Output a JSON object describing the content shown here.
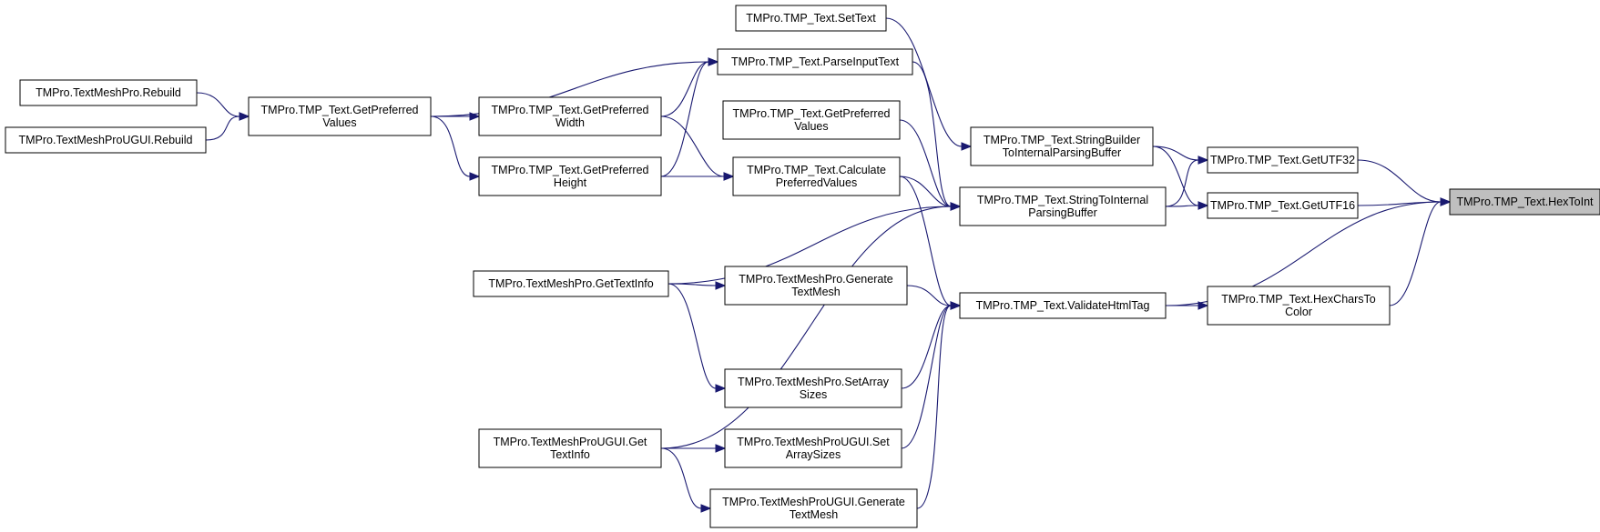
{
  "graph": {
    "edge_color": "#191970",
    "highlight_fill": "#bfbfbf",
    "nodes": [
      {
        "id": "hextoint",
        "lines": [
          "TMPro.TMP_Text.HexToInt"
        ],
        "highlight": true
      },
      {
        "id": "getutf32",
        "lines": [
          "TMPro.TMP_Text.GetUTF32"
        ]
      },
      {
        "id": "getutf16",
        "lines": [
          "TMPro.TMP_Text.GetUTF16"
        ]
      },
      {
        "id": "hexcharstocolor",
        "lines": [
          "TMPro.TMP_Text.HexCharsTo",
          "Color"
        ]
      },
      {
        "id": "validatehtmltag",
        "lines": [
          "TMPro.TMP_Text.ValidateHtmlTag"
        ]
      },
      {
        "id": "sb_tipb",
        "lines": [
          "TMPro.TMP_Text.StringBuilder",
          "ToInternalParsingBuffer"
        ]
      },
      {
        "id": "s_tipb",
        "lines": [
          "TMPro.TMP_Text.StringToInternal",
          "ParsingBuffer"
        ]
      },
      {
        "id": "settext",
        "lines": [
          "TMPro.TMP_Text.SetText"
        ]
      },
      {
        "id": "parseinputtext",
        "lines": [
          "TMPro.TMP_Text.ParseInputText"
        ]
      },
      {
        "id": "getprefvalues_r",
        "lines": [
          "TMPro.TMP_Text.GetPreferred",
          "Values"
        ]
      },
      {
        "id": "calcprefvalues",
        "lines": [
          "TMPro.TMP_Text.Calculate",
          "PreferredValues"
        ]
      },
      {
        "id": "tmp_gentextmesh",
        "lines": [
          "TMPro.TextMeshPro.Generate",
          "TextMesh"
        ]
      },
      {
        "id": "tmp_setarraysizes",
        "lines": [
          "TMPro.TextMeshPro.SetArray",
          "Sizes"
        ]
      },
      {
        "id": "ugui_setarraysizes",
        "lines": [
          "TMPro.TextMeshProUGUI.Set",
          "ArraySizes"
        ]
      },
      {
        "id": "ugui_gentextmesh",
        "lines": [
          "TMPro.TextMeshProUGUI.Generate",
          "TextMesh"
        ]
      },
      {
        "id": "getprefwidth",
        "lines": [
          "TMPro.TMP_Text.GetPreferred",
          "Width"
        ]
      },
      {
        "id": "getprefheight",
        "lines": [
          "TMPro.TMP_Text.GetPreferred",
          "Height"
        ]
      },
      {
        "id": "tmp_gettextinfo",
        "lines": [
          "TMPro.TextMeshPro.GetTextInfo"
        ]
      },
      {
        "id": "ugui_gettextinfo",
        "lines": [
          "TMPro.TextMeshProUGUI.Get",
          "TextInfo"
        ]
      },
      {
        "id": "getprefvalues_l",
        "lines": [
          "TMPro.TMP_Text.GetPreferred",
          "Values"
        ]
      },
      {
        "id": "tmp_rebuild",
        "lines": [
          "TMPro.TextMeshPro.Rebuild"
        ]
      },
      {
        "id": "ugui_rebuild",
        "lines": [
          "TMPro.TextMeshProUGUI.Rebuild"
        ]
      }
    ],
    "edges": [
      {
        "from": "getutf32",
        "to": "hextoint"
      },
      {
        "from": "getutf16",
        "to": "hextoint"
      },
      {
        "from": "validatehtmltag",
        "to": "hextoint"
      },
      {
        "from": "hexcharstocolor",
        "to": "hextoint"
      },
      {
        "from": "sb_tipb",
        "to": "getutf32"
      },
      {
        "from": "s_tipb",
        "to": "getutf32"
      },
      {
        "from": "sb_tipb",
        "to": "getutf16"
      },
      {
        "from": "s_tipb",
        "to": "getutf16"
      },
      {
        "from": "validatehtmltag",
        "to": "hexcharstocolor"
      },
      {
        "from": "settext",
        "to": "sb_tipb"
      },
      {
        "from": "parseinputtext",
        "to": "s_tipb"
      },
      {
        "from": "getprefvalues_r",
        "to": "s_tipb"
      },
      {
        "from": "calcprefvalues",
        "to": "s_tipb"
      },
      {
        "from": "tmp_gettextinfo",
        "to": "s_tipb"
      },
      {
        "from": "ugui_gettextinfo",
        "to": "s_tipb"
      },
      {
        "from": "calcprefvalues",
        "to": "validatehtmltag"
      },
      {
        "from": "tmp_gentextmesh",
        "to": "validatehtmltag"
      },
      {
        "from": "tmp_setarraysizes",
        "to": "validatehtmltag"
      },
      {
        "from": "ugui_setarraysizes",
        "to": "validatehtmltag"
      },
      {
        "from": "ugui_gentextmesh",
        "to": "validatehtmltag"
      },
      {
        "from": "getprefvalues_l",
        "to": "parseinputtext"
      },
      {
        "from": "getprefwidth",
        "to": "parseinputtext"
      },
      {
        "from": "getprefheight",
        "to": "parseinputtext"
      },
      {
        "from": "getprefwidth",
        "to": "calcprefvalues"
      },
      {
        "from": "getprefheight",
        "to": "calcprefvalues"
      },
      {
        "from": "tmp_gettextinfo",
        "to": "tmp_gentextmesh"
      },
      {
        "from": "tmp_gettextinfo",
        "to": "tmp_setarraysizes"
      },
      {
        "from": "ugui_gettextinfo",
        "to": "ugui_setarraysizes"
      },
      {
        "from": "ugui_gettextinfo",
        "to": "ugui_gentextmesh"
      },
      {
        "from": "getprefvalues_l",
        "to": "getprefwidth"
      },
      {
        "from": "getprefvalues_l",
        "to": "getprefheight"
      },
      {
        "from": "tmp_rebuild",
        "to": "getprefvalues_l"
      },
      {
        "from": "ugui_rebuild",
        "to": "getprefvalues_l"
      }
    ]
  }
}
